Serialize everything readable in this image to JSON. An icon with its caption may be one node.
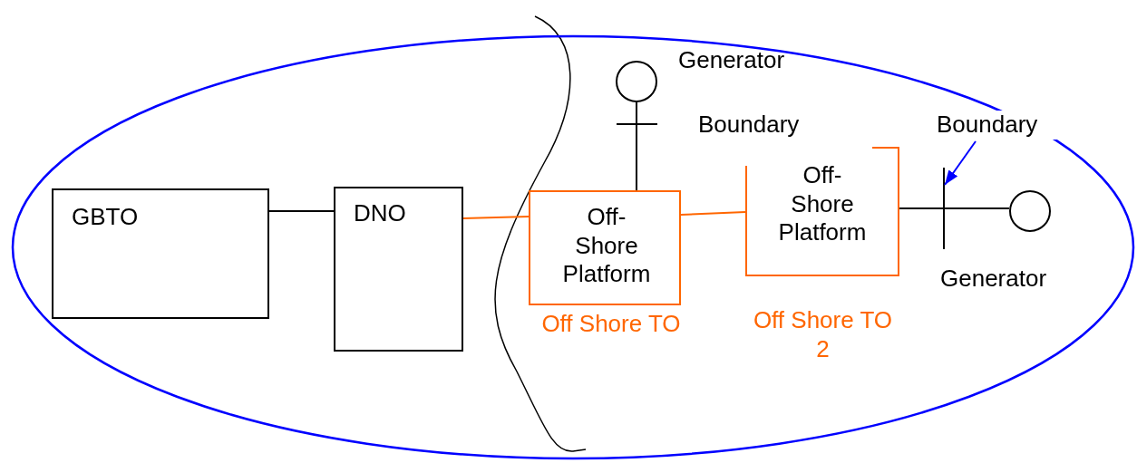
{
  "diagram": {
    "nodes": [
      {
        "text": [],
        "shape": "ellipse"
      },
      {
        "text": [
          "GBTO"
        ],
        "in": 0
      },
      {
        "text": [
          "DNO"
        ],
        "in": 0
      },
      {
        "text": [
          "Off- Shore Platform"
        ],
        "beside": [
          "Off Shore TO"
        ],
        "in": 0
      },
      {
        "text": [
          "Off- Shore Platform"
        ],
        "beside": [
          "Off Shore TO 2"
        ],
        "in": 0
      },
      {
        "text": [],
        "shape": "circle",
        "beside": [
          "Generator"
        ],
        "in": 0
      },
      {
        "text": [],
        "shape": "circle",
        "beside": [
          "Generator"
        ],
        "in": 0
      },
      {
        "text": [
          "Boundary"
        ],
        "in": 0
      }
    ],
    "edges": [
      {
        "from": 1,
        "to": 2,
        "arrow": "none"
      },
      {
        "from": 2,
        "to": 3,
        "arrow": "none",
        "color": "#ff6600"
      },
      {
        "from": 3,
        "to": 4,
        "arrow": "none",
        "color": "#ff6600"
      },
      {
        "from": 3,
        "to": 5,
        "arrow": "none"
      },
      {
        "from": 4,
        "to": 6,
        "arrow": "none"
      },
      {
        "from": 7,
        "to": null,
        "arrow": "to",
        "color": "#0000ff"
      }
    ],
    "labels": [
      "Boundary"
    ]
  }
}
